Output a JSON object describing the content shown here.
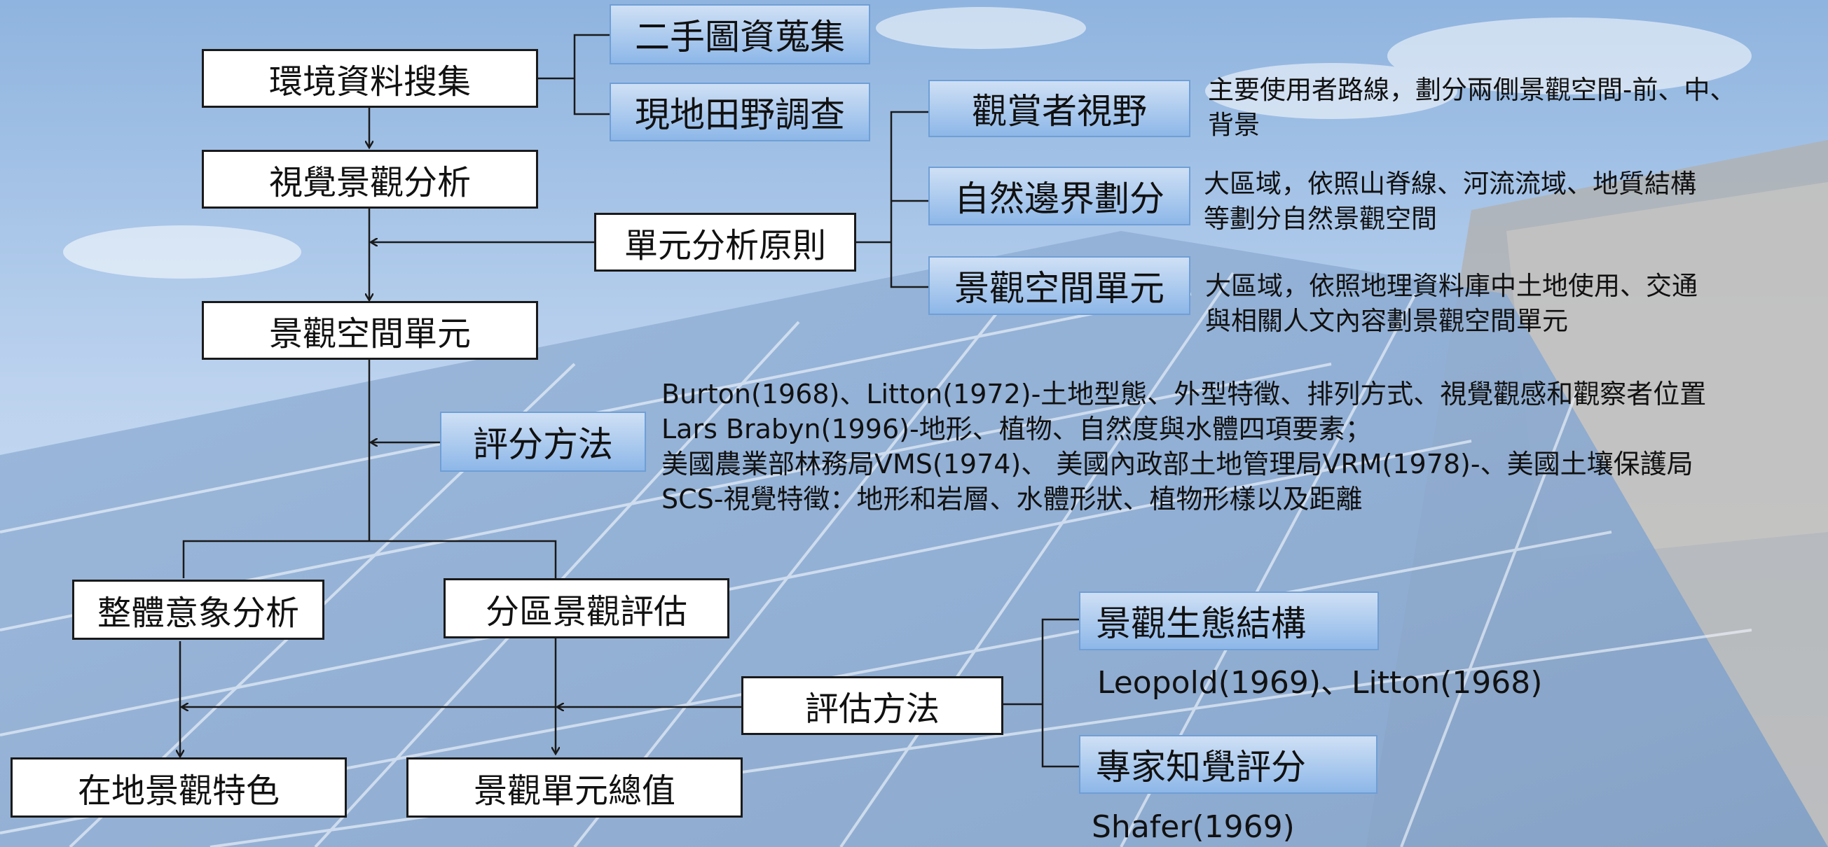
{
  "boxes": {
    "env_collect": "環境資料搜集",
    "secondhand": "二手圖資蒐集",
    "fieldwork": "現地田野調查",
    "visual_analysis": "視覺景觀分析",
    "unit_principle": "單元分析原則",
    "viewer_vision": "觀賞者視野",
    "natural_boundary": "自然邊界劃分",
    "landscape_unit_blue": "景觀空間單元",
    "landscape_unit": "景觀空間單元",
    "scoring_method": "評分方法",
    "overall_image": "整體意象分析",
    "zonal_assessment": "分區景觀評估",
    "eval_method": "評估方法",
    "local_character": "在地景觀特色",
    "unit_total": "景觀單元總值",
    "eco_structure": "景觀生態結構",
    "expert_perception": "專家知覺評分"
  },
  "notes": {
    "viewer_1": "主要使用者路線，劃分兩側景觀空間-前、中、",
    "viewer_2": "背景",
    "natural_1": "大區域，依照山脊線、河流流域、地質結構",
    "natural_2": "等劃分自然景觀空間",
    "unit_1": "大區域，依照地理資料庫中土地使用、交通",
    "unit_2": "與相關人文內容劃景觀空間單元",
    "scoring_1": "Burton(1968)、Litton(1972)-土地型態、外型特徵、排列方式、視覺觀感和觀察者位置",
    "scoring_2": "Lars Brabyn(1996)-地形、植物、自然度與水體四項要素；",
    "scoring_3": "美國農業部林務局VMS(1974)、 美國內政部土地管理局VRM(1978)-、美國土壤保護局",
    "scoring_4": "SCS-視覺特徵：地形和岩層、水體形狀、植物形樣以及距離",
    "eco_ref": "Leopold(1969)、Litton(1968)",
    "expert_ref": "Shafer(1969)"
  },
  "colors": {
    "sky_top": "#6f9fd6",
    "blue_box": "#8db7e8",
    "panel": "#5d85b8",
    "line": "#1a1a1a"
  }
}
